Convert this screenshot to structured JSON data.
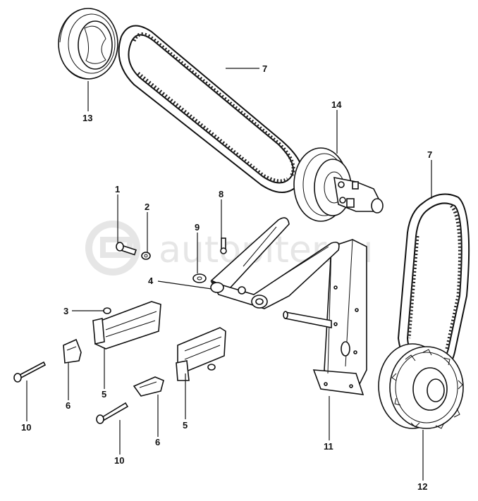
{
  "watermark": {
    "text": "autopiter.ru"
  },
  "callouts": {
    "c1": "1",
    "c2": "2",
    "c3": "3",
    "c4": "4",
    "c5a": "5",
    "c5b": "5",
    "c6a": "6",
    "c6b": "6",
    "c7a": "7",
    "c7b": "7",
    "c8": "8",
    "c9": "9",
    "c10a": "10",
    "c10b": "10",
    "c11": "11",
    "c12": "12",
    "c13": "13",
    "c14": "14"
  }
}
